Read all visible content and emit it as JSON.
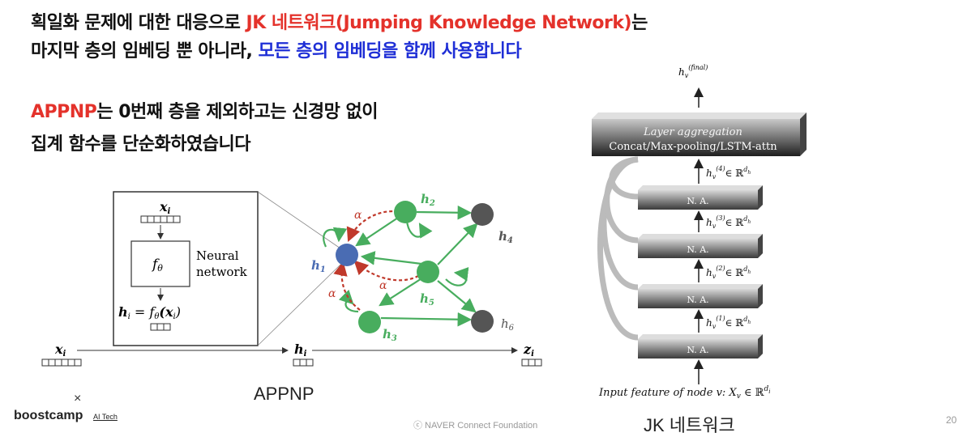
{
  "text": {
    "line1_a": "획일화 문제에 대한 대응으로 ",
    "line1_b": "JK 네트워크(Jumping Knowledge Network)",
    "line1_c": "는",
    "line2_a": "마지막 층의 임베딩 뿐 아니라, ",
    "line2_b": "모든 층의 임베딩을 함께 사용합니다",
    "line3_a": "APPNP",
    "line3_b": "는 0번째 층을 제외하고는 신경망 없이",
    "line4": "집계 함수를 단순화하였습니다"
  },
  "appnp_fig": {
    "xi_top": "x",
    "xi_top_sub": "i",
    "f_theta": "f",
    "f_theta_sub": "θ",
    "nn_label_1": "Neural",
    "nn_label_2": "network",
    "h_eq": "h",
    "h_eq_sub": "i",
    "h_eq_rest": " = f",
    "h_eq_rest_sub": "θ",
    "h_eq_tail": "(x",
    "h_eq_tail_sub": "i",
    "h_eq_close": ")",
    "xi_bottom": "x",
    "xi_bottom_sub": "i",
    "hi_bottom": "h",
    "hi_bottom_sub": "i",
    "zi_bottom": "z",
    "zi_bottom_sub": "i",
    "node_h1": "h",
    "node_h1_sub": "1",
    "node_h2": "h",
    "node_h2_sub": "2",
    "node_h3": "h",
    "node_h3_sub": "3",
    "node_h4": "h",
    "node_h4_sub": "4",
    "node_h5": "h",
    "node_h5_sub": "5",
    "node_h6": "h",
    "node_h6_sub": "6",
    "alpha": "α"
  },
  "jk_fig": {
    "out_label": "h",
    "out_sub": "v",
    "out_sup": "(final)",
    "agg_title": "Layer aggregation",
    "agg_sub": "Concat/Max-pooling/LSTM-attn",
    "na_label": "N. A.",
    "h4": "(4)",
    "h3": "(3)",
    "h2": "(2)",
    "h1": "(1)",
    "h_letter": "h",
    "h_sub": "v",
    "in_rd": "∈ ℝ",
    "dh": "d",
    "dh_sub": "h",
    "input_text": "Input feature of node v: X",
    "input_sub": "v",
    "input_rest": " ∈ ℝ",
    "input_sup": "d",
    "input_sup_sub": "i"
  },
  "captions": {
    "appnp": "APPNP",
    "jk": "JK 네트워크"
  },
  "footer": {
    "x_mark": "×",
    "brand": "boostcamp",
    "brand_sub": "AI Tech",
    "copyright": "ⓒ NAVER Connect Foundation",
    "page": "20"
  },
  "colors": {
    "red": "#e4322b",
    "blue": "#1f2fd6",
    "node_green": "#48ad5e",
    "node_blue": "#4a6cb3",
    "node_gray": "#555555",
    "alpha_red": "#c0392b"
  }
}
